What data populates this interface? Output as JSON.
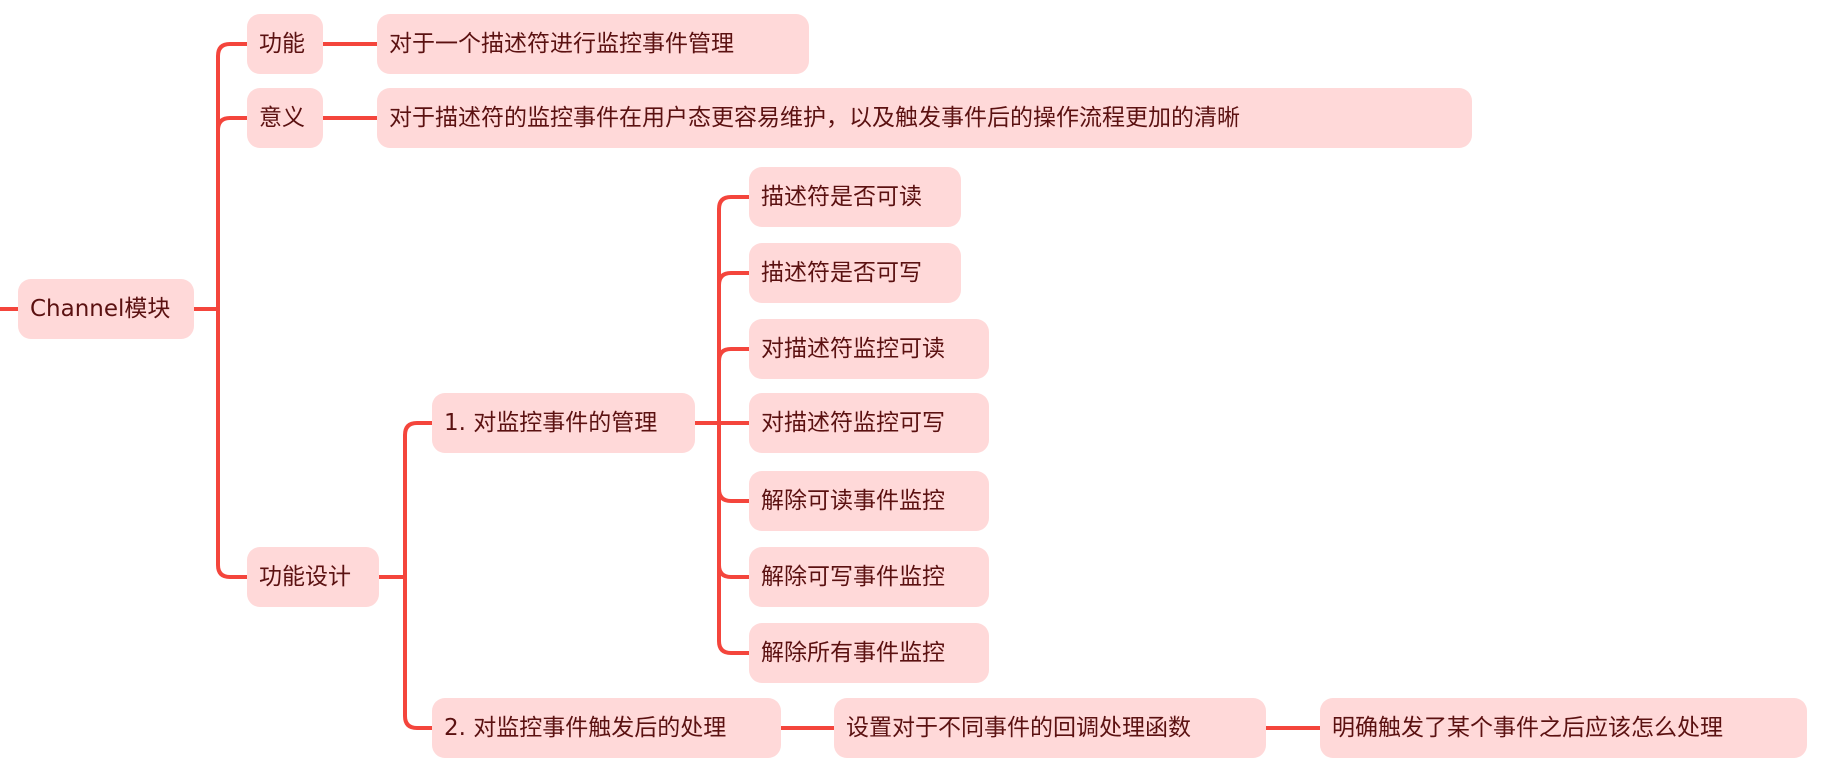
{
  "colors": {
    "node_bg": "#ffd9d9",
    "line": "#f4453c",
    "text": "#5b1111"
  },
  "root": {
    "label": "Channel模块"
  },
  "function": {
    "label": "功能",
    "detail": "对于一个描述符进行监控事件管理"
  },
  "meaning": {
    "label": "意义",
    "detail": "对于描述符的监控事件在用户态更容易维护，以及触发事件后的操作流程更加的清晰"
  },
  "design": {
    "label": "功能设计",
    "event_management": {
      "label": "1. 对监控事件的管理",
      "items": [
        "描述符是否可读",
        "描述符是否可写",
        "对描述符监控可读",
        "对描述符监控可写",
        "解除可读事件监控",
        "解除可写事件监控",
        "解除所有事件监控"
      ]
    },
    "event_handling": {
      "label": "2. 对监控事件触发后的处理",
      "callback": "设置对于不同事件的回调处理函数",
      "callback_detail": "明确触发了某个事件之后应该怎么处理"
    }
  }
}
